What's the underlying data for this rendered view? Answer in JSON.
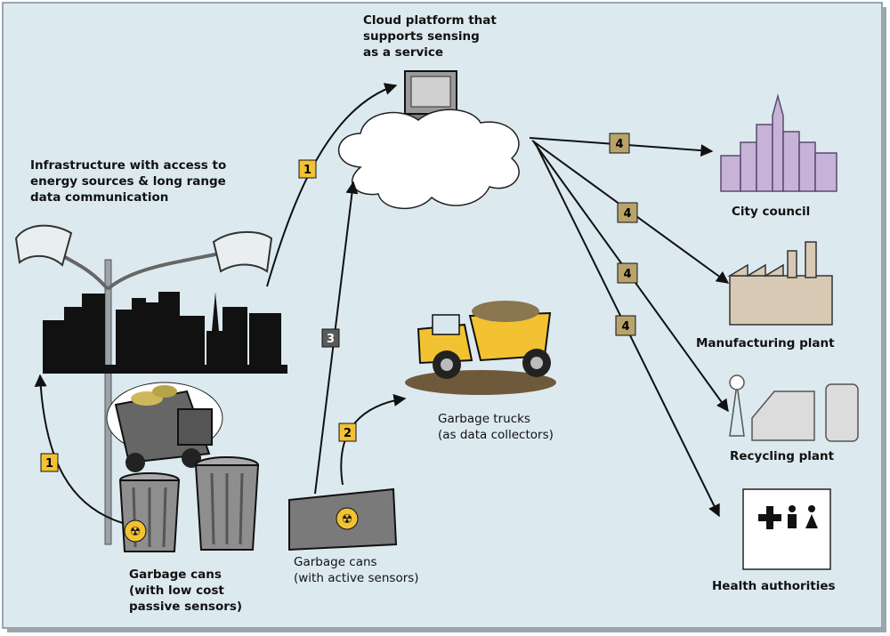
{
  "labels": {
    "cloud": [
      "Cloud platform that",
      "supports sensing",
      "as a service"
    ],
    "infrastructure": [
      "Infrastructure with access to",
      "energy sources & long range",
      "data communication"
    ],
    "trucks": [
      "Garbage trucks",
      "(as data collectors)"
    ],
    "cans_passive": [
      "Garbage cans",
      "(with low cost",
      "passive sensors)"
    ],
    "cans_active": [
      "Garbage cans",
      "(with active sensors)"
    ],
    "city_council": "City council",
    "manufacturing": "Manufacturing plant",
    "recycling": "Recycling plant",
    "health": "Health authorities"
  },
  "badges": {
    "b1_left": "1",
    "b1_top": "1",
    "b2": "2",
    "b3": "3",
    "b4_city": "4",
    "b4_manu": "4",
    "b4_recy": "4",
    "b4_health": "4"
  },
  "colors": {
    "background": "#dceaf0",
    "badge": "#f2c232",
    "badge_alt": "#b8a46a",
    "badge_dark": "#5a5a5a",
    "building": "#c7b3d8",
    "factory": "#d8c9b4",
    "truck": "#f2c232"
  }
}
